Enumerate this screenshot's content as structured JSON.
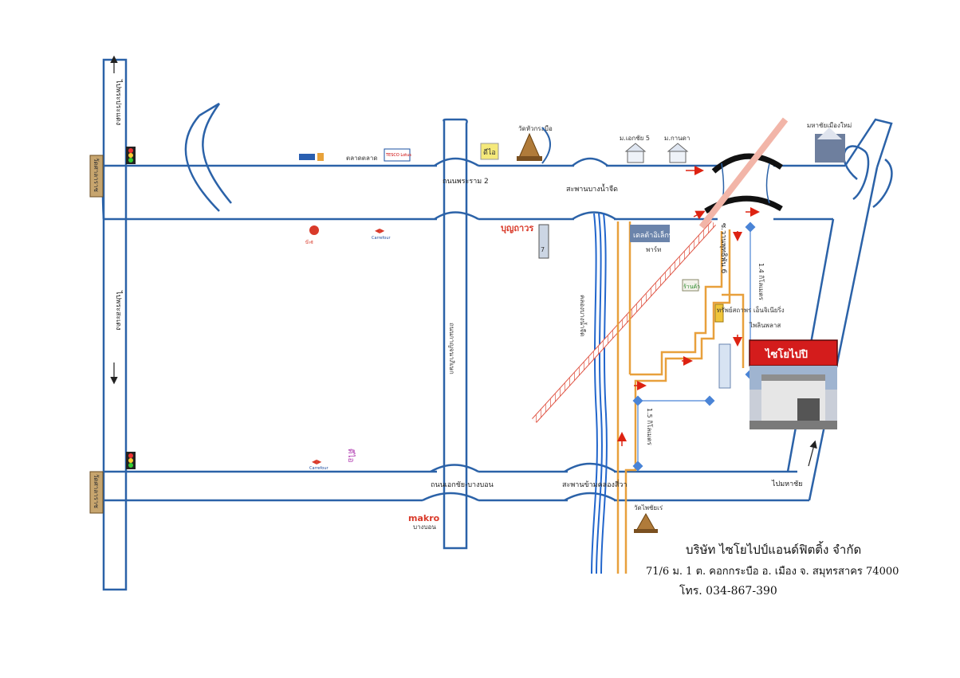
{
  "roads": {
    "top_left_vertical": "ไปพระประแดง",
    "left_vertical": "ไปพระสะเดง",
    "rama2_road": "ถนนพระราม 2",
    "bangnamchuet_bridge": "สะพานบางน้ำจืด",
    "ekachai_road": "ถนนเอกชัย-บางบอน",
    "khlong_sri_bridge": "สะพานข้ามคลองสี่วา",
    "to_mahachai": "ไปมหาชัย",
    "soi_rama2": "ซ.วานพุทธิพัน 6",
    "vertical_mid_road": "ถนนกาญจนาภิเษก",
    "canal": "คลองบางน้ำจืด",
    "bangbon": "บางบอน"
  },
  "landmarks": {
    "wat_top": "วัดหัวกระบือ",
    "village_ekachai5": "ม.เอกชัย 5",
    "village_kanda": "ม.กานดา",
    "mahachai_city": "มหาชัยเมืองใหม่",
    "market": "ตลาดตลาด",
    "tesco": "TESCO Lotus",
    "petrol": "PTT",
    "logo_duiai": "ดีไอ",
    "boonthavorn": "บุญถาวร",
    "big_c": "บิ๊กซี",
    "carrefour_top": "Carrefour",
    "carrefour_bottom": "Carrefour",
    "sign_711": "7",
    "pink_shop": "ดีไอ",
    "delta": "เดลต้าอิเล็กทรอนิกส์",
    "parking": "พาร์ท",
    "house_mark": "ร้านค้า",
    "company_sign": "ไซโยไปปิ",
    "sapphire": "ทรัพย์สถาพร เอ็นจิเนียริ่ง",
    "pinnacle": "ไพลินพลาส",
    "wat_bottom": "วัดไพชัยเร่",
    "makro": "makro",
    "watkhao_sign_top": "วัดศาลาราช",
    "watkhao_sign_bottom": "วัดศาลาราช"
  },
  "distances": {
    "d_14": "1.4 กิโลเมตร",
    "d_15": "1.5 กิโลเมตร"
  },
  "company": {
    "name": "บริษัท  ไซโยไปป์แอนด์ฟิตติ้ง จำกัด",
    "address": "71/6 ม. 1 ต. คอกกระบือ อ. เมือง จ. สมุทรสาคร 74000",
    "phone": "โทร.   034-867-390"
  },
  "colors": {
    "road": "#2b62a8",
    "route": "#e8a03c",
    "rail": "#e05545",
    "canal": "#2266cc",
    "arrow": "#dd2211",
    "sign_bg": "#d41c1c"
  }
}
